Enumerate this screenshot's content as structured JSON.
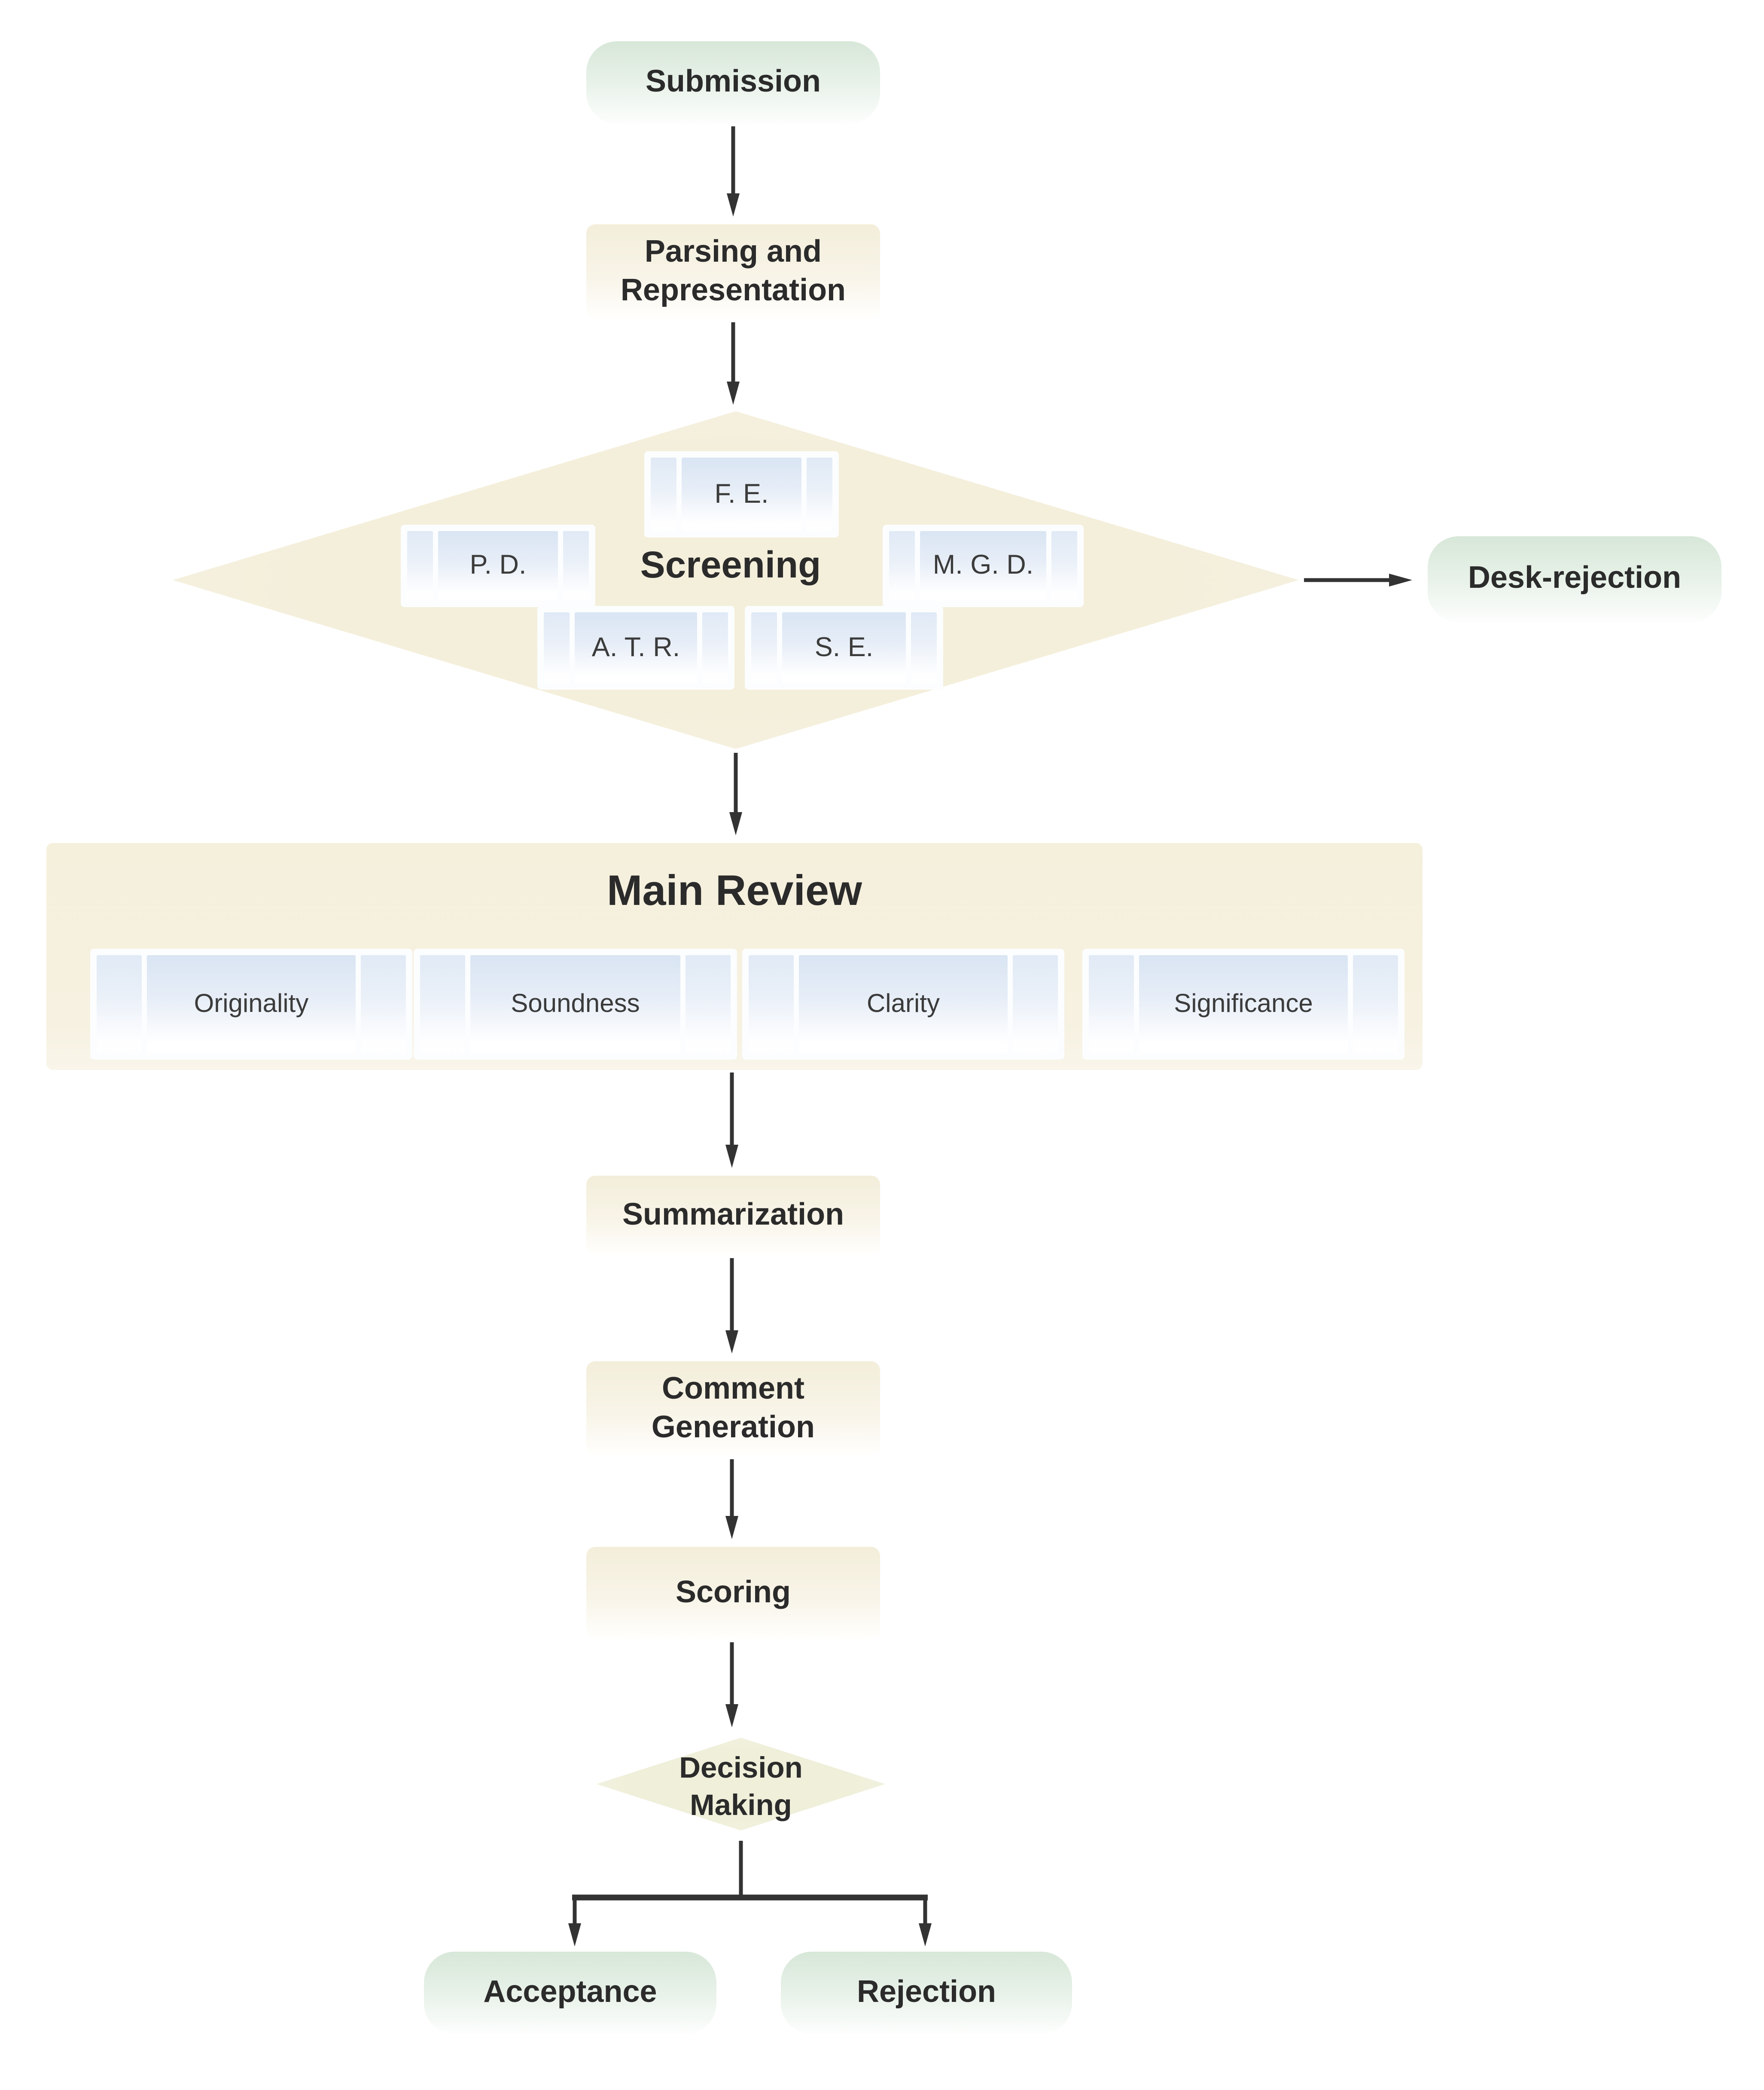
{
  "colors": {
    "green_top": "#d7e7d8",
    "green_mid": "#e7f1e8",
    "yellow_top": "#f3eeda",
    "cream": "#f5f0dc",
    "blue_top": "#d9e5f3",
    "diamond": "#f4efdb",
    "decision_diamond": "#efefda",
    "chip_bg": "#fcfdfe",
    "arrow": "#333333",
    "text": "#2b2b2b",
    "label": "#3b3b3b"
  },
  "nodes": {
    "submission": {
      "label": "Submission"
    },
    "parsing": {
      "label": "Parsing and\nRepresentation"
    },
    "screening": {
      "label": "Screening"
    },
    "desk_rejection": {
      "label": "Desk-rejection"
    },
    "main_review": {
      "label": "Main Review"
    },
    "summarization": {
      "label": "Summarization"
    },
    "comment_generation": {
      "label": "Comment\nGeneration"
    },
    "scoring": {
      "label": "Scoring"
    },
    "decision_making": {
      "label": "Decision\nMaking"
    },
    "acceptance": {
      "label": "Acceptance"
    },
    "rejection": {
      "label": "Rejection"
    }
  },
  "screening_checks": [
    {
      "label": "F. E."
    },
    {
      "label": "P. D."
    },
    {
      "label": "M. G. D."
    },
    {
      "label": "A. T. R."
    },
    {
      "label": "S. E."
    }
  ],
  "review_criteria": [
    {
      "label": "Originality"
    },
    {
      "label": "Soundness"
    },
    {
      "label": "Clarity"
    },
    {
      "label": "Significance"
    }
  ]
}
